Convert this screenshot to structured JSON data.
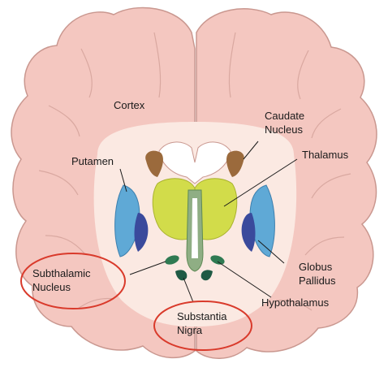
{
  "labels": {
    "cortex": "Cortex",
    "caudate_line1": "Caudate",
    "caudate_line2": "Nucleus",
    "putamen": "Putamen",
    "thalamus": "Thalamus",
    "subthalamic_line1": "Subthalamic",
    "subthalamic_line2": "Nucleus",
    "globus_line1": "Globus",
    "globus_line2": "Pallidus",
    "hypothalamus": "Hypothalamus",
    "substantia_line1": "Substantia",
    "substantia_line2": "Nigra"
  },
  "colors": {
    "cortex_fill": "#f4c7c0",
    "cortex_stroke": "#c9978f",
    "white_matter": "#fbe9e2",
    "ventricle": "#ffffff",
    "caudate": "#9b6a3c",
    "thalamus": "#d2dc4a",
    "putamen": "#5fa9d6",
    "globus": "#3a4a9c",
    "green_structures": "#2f7a52",
    "midline": "#8fae84",
    "highlight_circle": "#d93a2b"
  }
}
